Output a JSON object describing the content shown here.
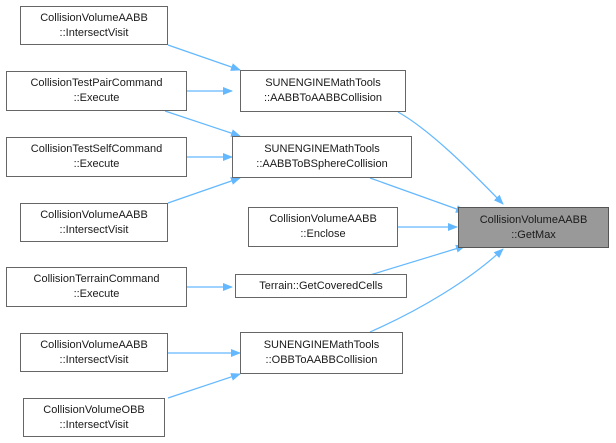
{
  "colors": {
    "edge": "#63b8ff",
    "node_border": "#666666",
    "focus_fill": "#999999"
  },
  "nodes": {
    "n1": {
      "line1": "CollisionVolumeAABB",
      "line2": "::IntersectVisit"
    },
    "n2": {
      "line1": "CollisionTestPairCommand",
      "line2": "::Execute"
    },
    "n3": {
      "line1": "CollisionTestSelfCommand",
      "line2": "::Execute"
    },
    "n4": {
      "line1": "CollisionVolumeAABB",
      "line2": "::IntersectVisit"
    },
    "n5": {
      "line1": "CollisionTerrainCommand",
      "line2": "::Execute"
    },
    "n6": {
      "line1": "CollisionVolumeAABB",
      "line2": "::IntersectVisit"
    },
    "n7": {
      "line1": "CollisionVolumeOBB",
      "line2": "::IntersectVisit"
    },
    "m1": {
      "line1": "SUNENGINEMathTools",
      "line2": "::AABBToAABBCollision"
    },
    "m2": {
      "line1": "SUNENGINEMathTools",
      "line2": "::AABBToBSphereCollision"
    },
    "m3": {
      "line1": "CollisionVolumeAABB",
      "line2": "::Enclose"
    },
    "m4": {
      "line1": "Terrain::GetCoveredCells"
    },
    "m5": {
      "line1": "SUNENGINEMathTools",
      "line2": "::OBBToAABBCollision"
    },
    "target": {
      "line1": "CollisionVolumeAABB",
      "line2": "::GetMax"
    }
  }
}
